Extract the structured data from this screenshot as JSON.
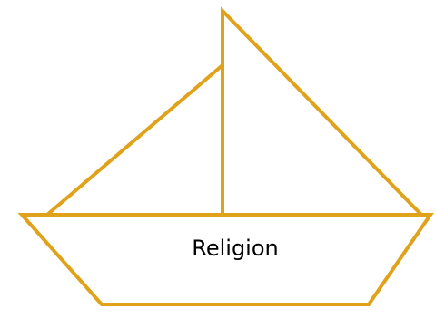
{
  "diagram": {
    "label": "Religion",
    "stroke_color": "#E0A21A",
    "background_color": "#FFFFFF",
    "text_color": "#000000",
    "shapes": [
      "left-sail-triangle",
      "right-sail-triangle",
      "mast-line",
      "boat-hull-trapezoid"
    ]
  }
}
